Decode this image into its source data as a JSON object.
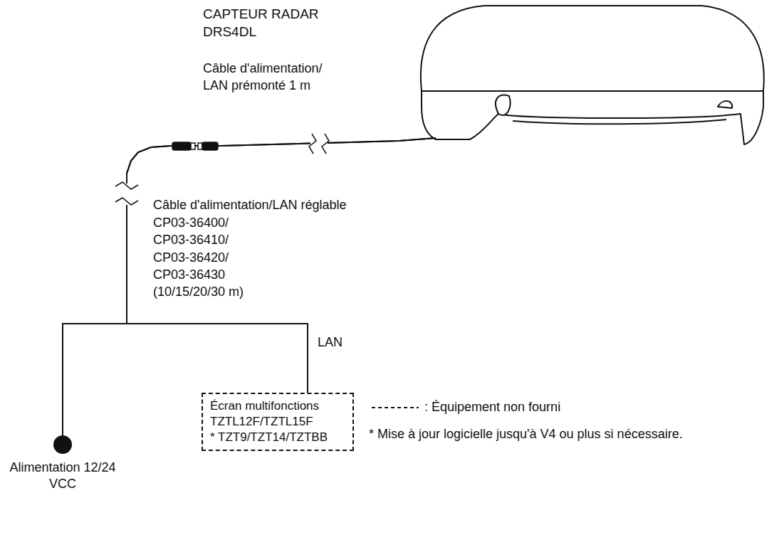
{
  "diagram": {
    "nodes": [
      {
        "text": [
          "CAPTEUR RADAR DRS4DL"
        ]
      },
      {
        "text": [
          "Alimentation 12/24 VCC"
        ]
      },
      {
        "text": [
          "Écran multifonctions TZTL12F/TZTL15F",
          "* TZT9/TZT14/TZTBB"
        ]
      }
    ],
    "edges": [
      {
        "from": 0,
        "to": 1,
        "arrow": "none"
      },
      {
        "from": 0,
        "to": 2,
        "arrow": "none",
        "label": "LAN"
      }
    ],
    "labels": [
      "Câble d'alimentation/ LAN prémonté 1 m",
      "Câble d'alimentation/LAN réglable",
      "CP03-36400/ CP03-36410/ CP03-36420/ CP03-36430 (10/15/20/30 m)",
      "* Mise à jour logicielle jusqu'à V4 ou plus si nécessaire."
    ],
    "legend": [
      {
        "text": ": Équipement non fourni"
      }
    ]
  }
}
